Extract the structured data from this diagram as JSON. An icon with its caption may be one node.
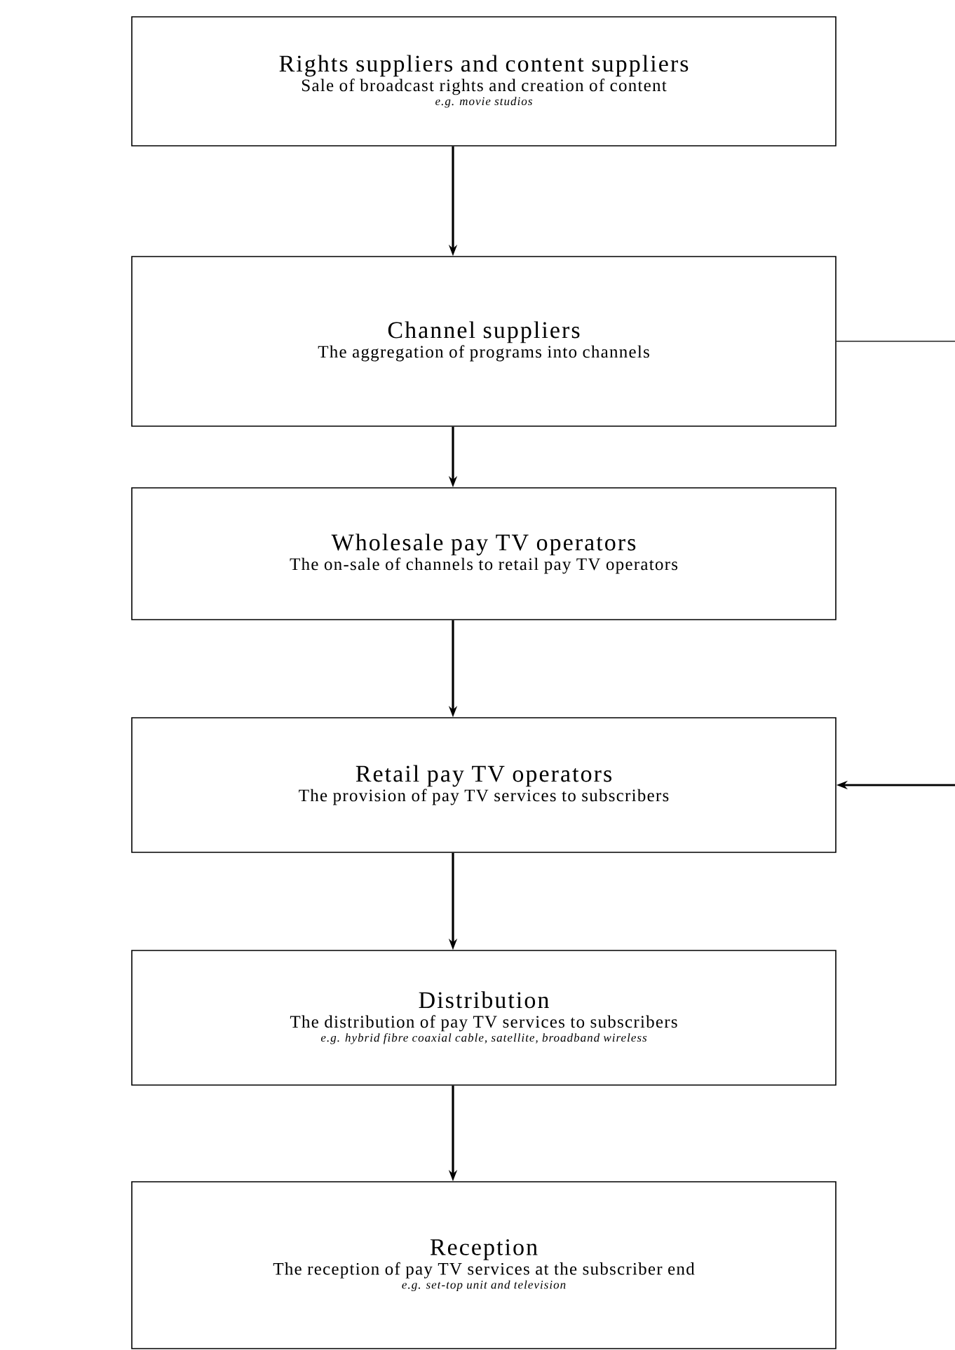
{
  "diagram": {
    "nodes": [
      {
        "text": [
          "Rights suppliers and content suppliers",
          "Sale of broadcast rights and creation of content",
          "e.g. movie studios"
        ]
      },
      {
        "text": [
          "Channel suppliers",
          "The aggregation of programs into channels"
        ]
      },
      {
        "text": [
          "Wholesale pay TV operators",
          "The on-sale of channels to retail pay TV operators"
        ]
      },
      {
        "text": [
          "Retail pay TV operators",
          "The provision of pay TV services to subscribers"
        ]
      },
      {
        "text": [
          "Distribution",
          "The distribution of pay TV services to subscribers",
          "e.g. hybrid fibre coaxial cable, satellite, broadband wireless"
        ]
      },
      {
        "text": [
          "Reception",
          "The reception of pay TV services at the subscriber end",
          "e.g. set-top unit and television"
        ]
      }
    ],
    "edges": [
      {
        "from": 0,
        "to": 1,
        "arrow": "to"
      },
      {
        "from": 1,
        "to": 2,
        "arrow": "to"
      },
      {
        "from": 2,
        "to": 3,
        "arrow": "to"
      },
      {
        "from": 3,
        "to": 4,
        "arrow": "to"
      },
      {
        "from": 4,
        "to": 5,
        "arrow": "to"
      },
      {
        "from": 1,
        "to": null,
        "arrow": "none"
      },
      {
        "from": null,
        "to": 3,
        "arrow": "to"
      }
    ]
  }
}
